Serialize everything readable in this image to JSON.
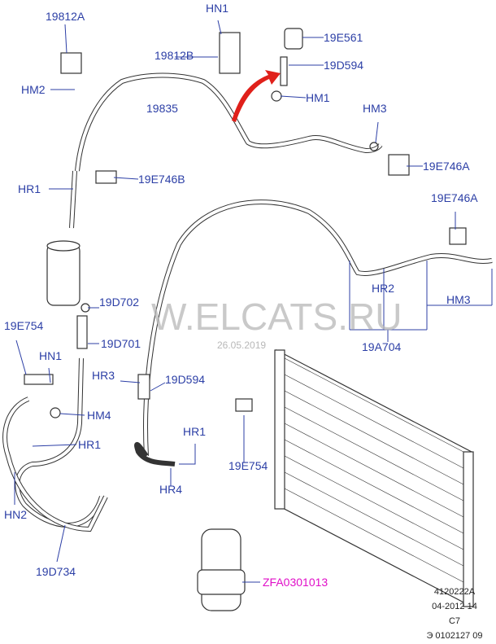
{
  "watermark": {
    "text": "W.ELCATS.RU",
    "date": "26.05.2019"
  },
  "callouts": {
    "c1": "19812A",
    "c2": "HN1",
    "c3": "19E561",
    "c4": "19812B",
    "c5": "19D594",
    "c6": "HM2",
    "c7": "19835",
    "c8": "HM1",
    "c9": "HM3",
    "c10": "19E746A",
    "c11": "HR1",
    "c12": "19E746B",
    "c13": "19E746A",
    "c14": "19D702",
    "c15": "HR2",
    "c16": "HM3",
    "c17": "19E754",
    "c18": "19D701",
    "c19": "19A704",
    "c20": "HN1",
    "c21": "HR3",
    "c22": "19D594",
    "c23": "HM4",
    "c24": "HR1",
    "c25": "HR1",
    "c26": "19E754",
    "c27": "HR4",
    "c28": "HN2",
    "c29": "19D734",
    "c30": "ZFA0301013"
  },
  "reference": {
    "line1": "4120222A",
    "line2": "04-2012 14",
    "line3": "C7",
    "line4": "Э 0102127 09"
  },
  "colors": {
    "label": "#2c3fa6",
    "highlight": "#e010c8",
    "arrow": "#e0201a"
  }
}
